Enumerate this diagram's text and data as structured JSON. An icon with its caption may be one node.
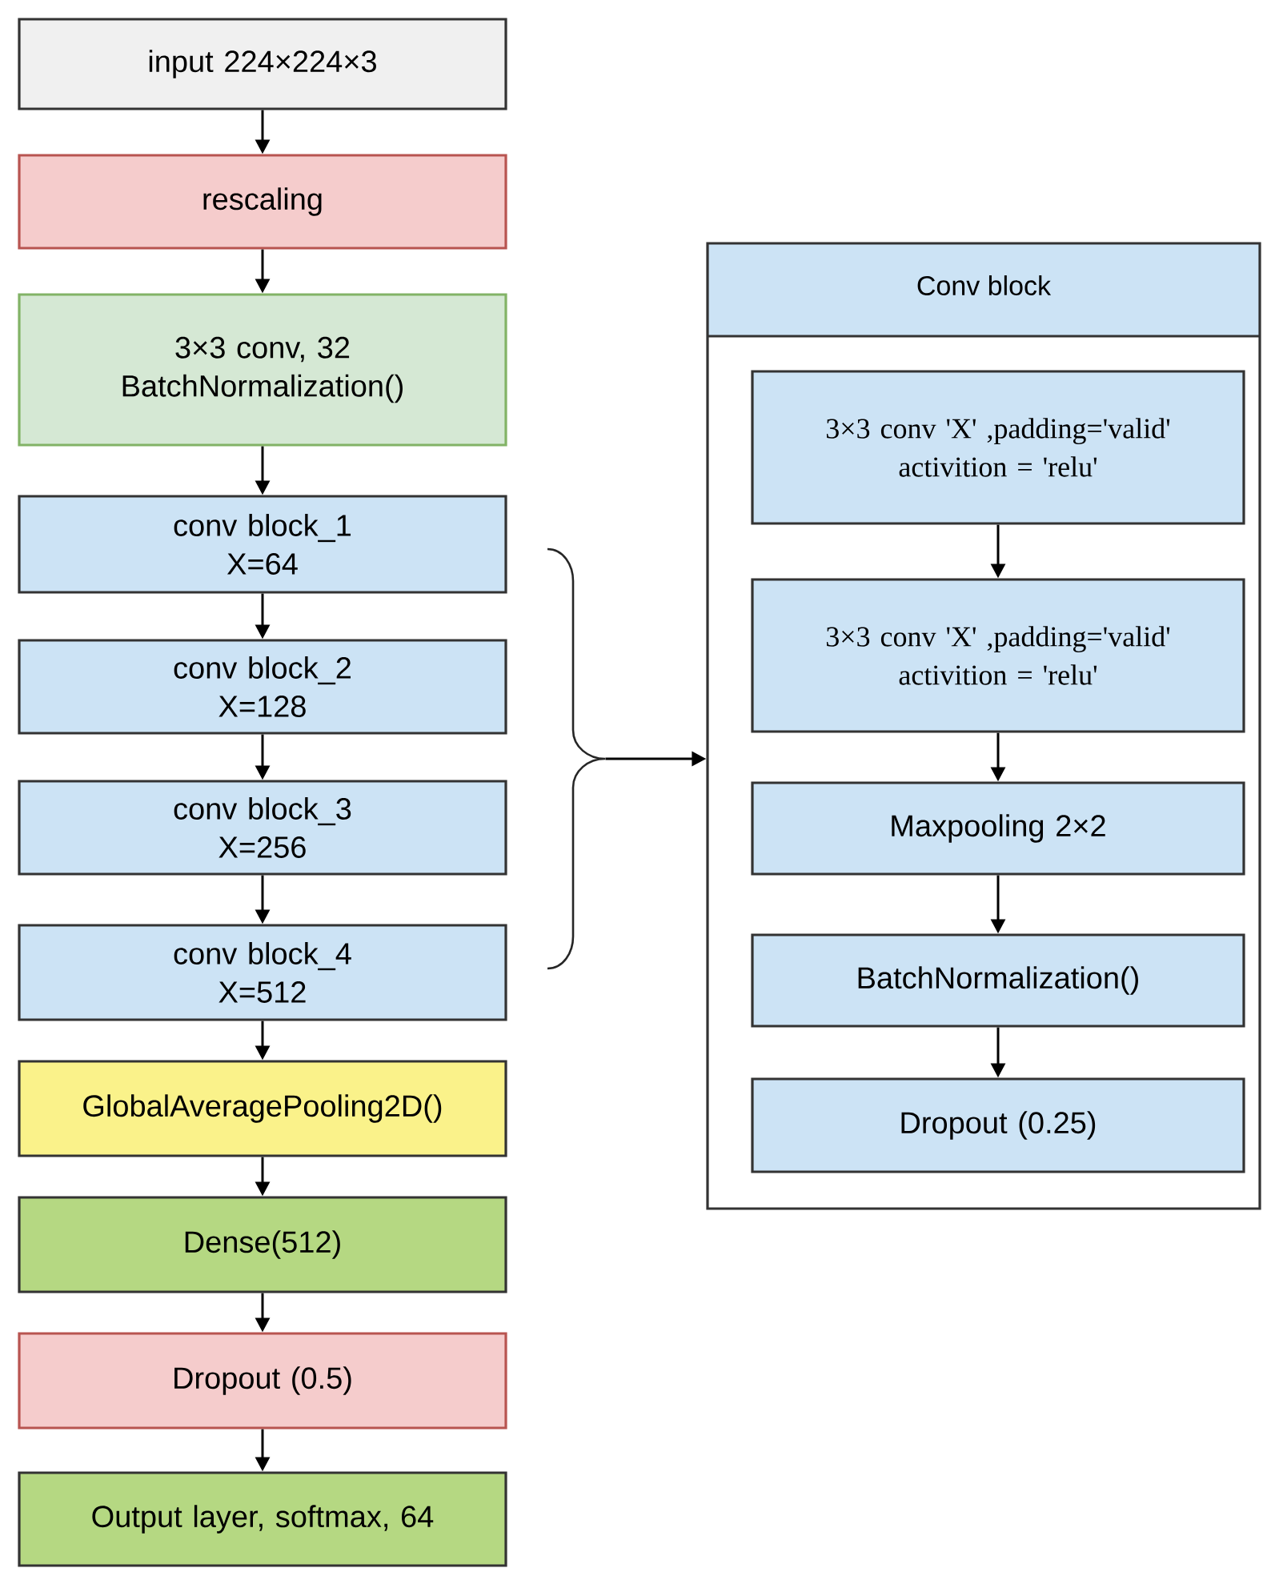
{
  "diagram": {
    "nodes": [
      {
        "text": [
          "input 224×224×3"
        ]
      },
      {
        "text": [
          "rescaling"
        ]
      },
      {
        "text": [
          "3×3 conv, 32 BatchNormalization()"
        ]
      },
      {
        "text": [
          "conv block_1 X=64"
        ]
      },
      {
        "text": [
          "conv block_2 X=128"
        ]
      },
      {
        "text": [
          "conv block_3 X=256"
        ]
      },
      {
        "text": [
          "conv block_4 X=512"
        ]
      },
      {
        "text": [
          "GlobalAveragePooling2D()"
        ]
      },
      {
        "text": [
          "Dense(512)"
        ]
      },
      {
        "text": [
          "Dropout (0.5)"
        ]
      },
      {
        "text": [
          "Output layer, softmax, 64"
        ]
      },
      {
        "text": [
          "Conv block"
        ]
      },
      {
        "text": [
          "3×3 conv 'X' ,padding='valid' activition = 'relu'"
        ],
        "in": 11
      },
      {
        "text": [
          "3×3 conv 'X' ,padding='valid' activition = 'relu'"
        ],
        "in": 11
      },
      {
        "text": [
          "Maxpooling 2×2"
        ],
        "in": 11
      },
      {
        "text": [
          "BatchNormalization()"
        ],
        "in": 11
      },
      {
        "text": [
          "Dropout (0.25)"
        ],
        "in": 11
      },
      {
        "text": [],
        "shape": "brace"
      }
    ],
    "edges": [
      {
        "from": 0,
        "to": 1,
        "arrow": "to"
      },
      {
        "from": 1,
        "to": 2,
        "arrow": "to"
      },
      {
        "from": 2,
        "to": 3,
        "arrow": "to"
      },
      {
        "from": 3,
        "to": 4,
        "arrow": "to"
      },
      {
        "from": 4,
        "to": 5,
        "arrow": "to"
      },
      {
        "from": 5,
        "to": 6,
        "arrow": "to"
      },
      {
        "from": 6,
        "to": 7,
        "arrow": "to"
      },
      {
        "from": 7,
        "to": 8,
        "arrow": "to"
      },
      {
        "from": 8,
        "to": 9,
        "arrow": "to"
      },
      {
        "from": 9,
        "to": 10,
        "arrow": "to"
      },
      {
        "from": 17,
        "to": 11,
        "arrow": "to"
      },
      {
        "from": 12,
        "to": 13,
        "arrow": "to"
      },
      {
        "from": 13,
        "to": 14,
        "arrow": "to"
      },
      {
        "from": 14,
        "to": 15,
        "arrow": "to"
      },
      {
        "from": 15,
        "to": 16,
        "arrow": "to"
      }
    ]
  }
}
